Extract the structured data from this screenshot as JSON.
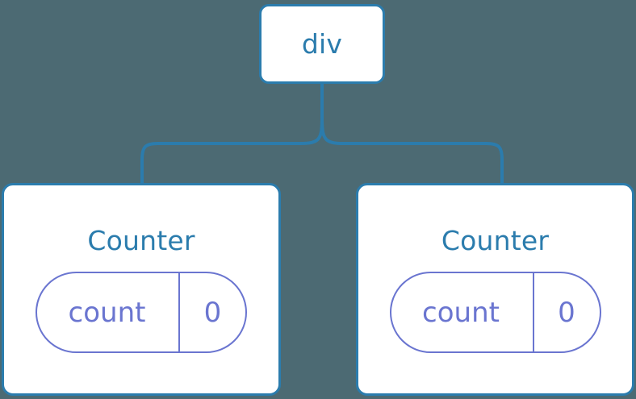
{
  "diagram": {
    "type": "component-tree",
    "background_color": "#4c6a73",
    "node_border_color": "#2b7cad",
    "node_fill_color": "#ffffff",
    "connector_color": "#2b7cad",
    "title_text_color": "#2b7cad",
    "state_color": "#6a75d0",
    "root": {
      "label": "div"
    },
    "children": [
      {
        "title": "Counter",
        "state": {
          "key": "count",
          "value": "0"
        }
      },
      {
        "title": "Counter",
        "state": {
          "key": "count",
          "value": "0"
        }
      }
    ]
  }
}
